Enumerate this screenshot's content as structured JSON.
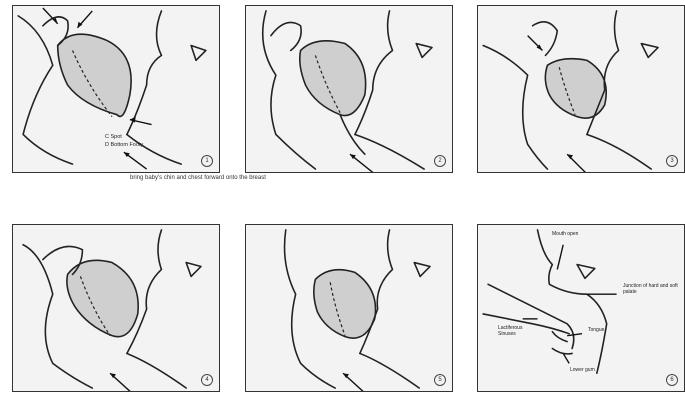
{
  "panels": [
    {
      "number": "1",
      "labels": [
        "C Spot",
        "D Bottom Footy"
      ]
    },
    {
      "number": "2"
    },
    {
      "number": "3"
    },
    {
      "number": "4"
    },
    {
      "number": "5"
    },
    {
      "number": "6",
      "labels": [
        "Mouth open",
        "Junction of hard and soft palate",
        "Lactiferous Sinuses",
        "Tongue",
        "Lower gum"
      ]
    }
  ],
  "caption": "bring baby's chin and chest forward onto the breast"
}
